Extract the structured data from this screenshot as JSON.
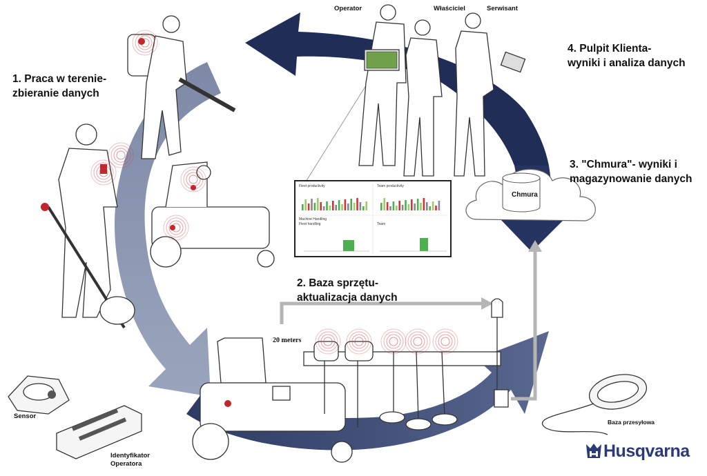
{
  "steps": {
    "step1": [
      "1. Praca w terenie-",
      "zbieranie danych"
    ],
    "step2": [
      "2. Baza sprzętu-",
      "aktualizacja danych"
    ],
    "step3": [
      "3. \"Chmura\"- wyniki i",
      "magazynowanie danych"
    ],
    "step4": [
      "4. Pulpit Klienta-",
      "wyniki i analiza danych"
    ]
  },
  "people": {
    "operator": "Operator",
    "owner": "Właściciel",
    "technician": "Serwisant"
  },
  "cloud_label": "Chmura",
  "distance_label": "20 meters",
  "devices": {
    "sensor": "Sensor",
    "operator_id": [
      "Identyfikator",
      "Operatora"
    ],
    "base_station": "Baza przesyłowa"
  },
  "dashboard": {
    "panels": [
      "Fleet productivity",
      "Team productivity",
      "Fleet handling",
      "Team"
    ],
    "section": "Machine Handling"
  },
  "brand": {
    "name": "Husqvarna",
    "color": "#2b3a78",
    "icon": "husqvarna-crown-icon"
  },
  "colors": {
    "arrow_dark": "#1f2d57",
    "arrow_mid": "#4b5a84",
    "arrow_light": "#8f9ab3",
    "signal": "#d0343a"
  }
}
